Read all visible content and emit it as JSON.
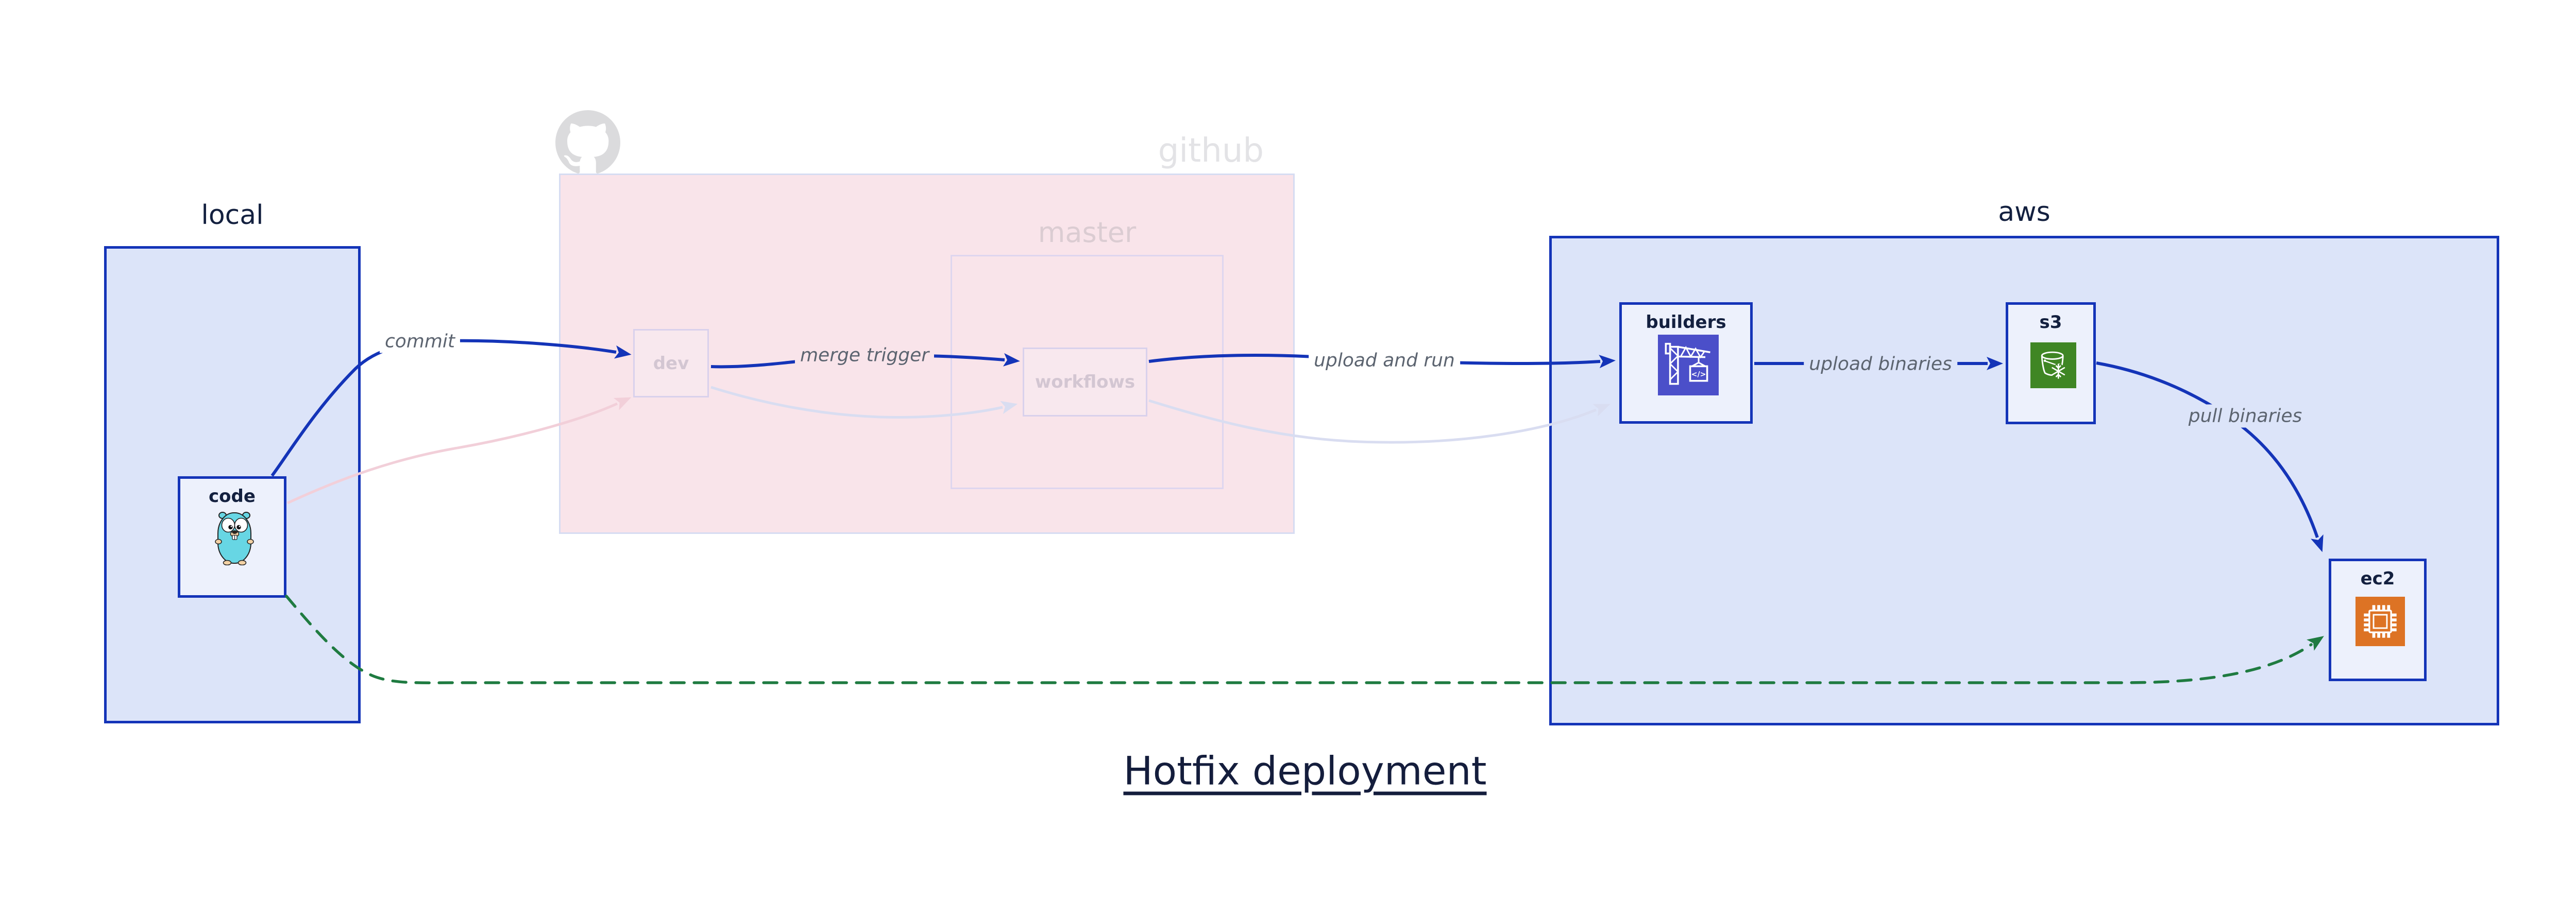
{
  "title": {
    "text": "Hotfix deployment"
  },
  "regions": {
    "local": {
      "label": "local"
    },
    "github": {
      "label": "github"
    },
    "master": {
      "label": "master"
    },
    "aws": {
      "label": "aws"
    }
  },
  "nodes": {
    "code": {
      "label": "code",
      "icon": "go-gopher"
    },
    "dev": {
      "label": "dev"
    },
    "workflows": {
      "label": "workflows"
    },
    "builders": {
      "label": "builders",
      "icon": "aws-codebuild-crane"
    },
    "s3": {
      "label": "s3",
      "icon": "aws-s3-glacier-bucket"
    },
    "ec2": {
      "label": "ec2",
      "icon": "aws-ec2-chip"
    }
  },
  "edges": [
    {
      "id": "commit",
      "label": "commit",
      "from": "code",
      "to": "dev",
      "style": "solid-blue"
    },
    {
      "id": "merge-trigger",
      "label": "merge trigger",
      "from": "dev",
      "to": "workflows",
      "style": "solid-blue"
    },
    {
      "id": "upload-and-run",
      "label": "upload and run",
      "from": "workflows",
      "to": "builders",
      "style": "solid-blue"
    },
    {
      "id": "upload-binaries",
      "label": "upload binaries",
      "from": "builders",
      "to": "s3",
      "style": "solid-blue"
    },
    {
      "id": "pull-binaries",
      "label": "pull binaries",
      "from": "s3",
      "to": "ec2",
      "style": "solid-blue"
    },
    {
      "id": "hotfix-dashed",
      "label": "",
      "from": "code",
      "to": "ec2",
      "style": "dashed-green"
    },
    {
      "id": "code-dev-faded",
      "label": "",
      "from": "code",
      "to": "dev",
      "style": "faded-pink"
    },
    {
      "id": "dev-workflows-faded",
      "label": "",
      "from": "dev",
      "to": "workflows",
      "style": "faded-lavender"
    },
    {
      "id": "workflows-builders-faded",
      "label": "",
      "from": "workflows",
      "to": "builders",
      "style": "faded-lavender"
    }
  ],
  "icons": {
    "octocat": "github-octocat-mark",
    "codebuild_glyph": "</>"
  },
  "colors": {
    "arrow_blue": "#1434b8",
    "region_fill_blue": "#dce4f9",
    "node_fill": "#edf1fc",
    "github_fill": "#f9e4ea",
    "github_border": "#d6dcf2",
    "faded_node_border": "#d9d1ec",
    "faded_text": "#d3c6d2",
    "edge_label_gray": "#5c6470",
    "faded_pink_edge": "#f2cfd9",
    "faded_lavender_edge": "#d9ddf1",
    "green_dashed": "#1f7b41",
    "codebuild_purple": "#4b4fc9",
    "s3_green": "#3f8624",
    "ec2_orange": "#dd7324",
    "gopher_teal": "#67d6e4",
    "title_navy": "#141d3c"
  }
}
